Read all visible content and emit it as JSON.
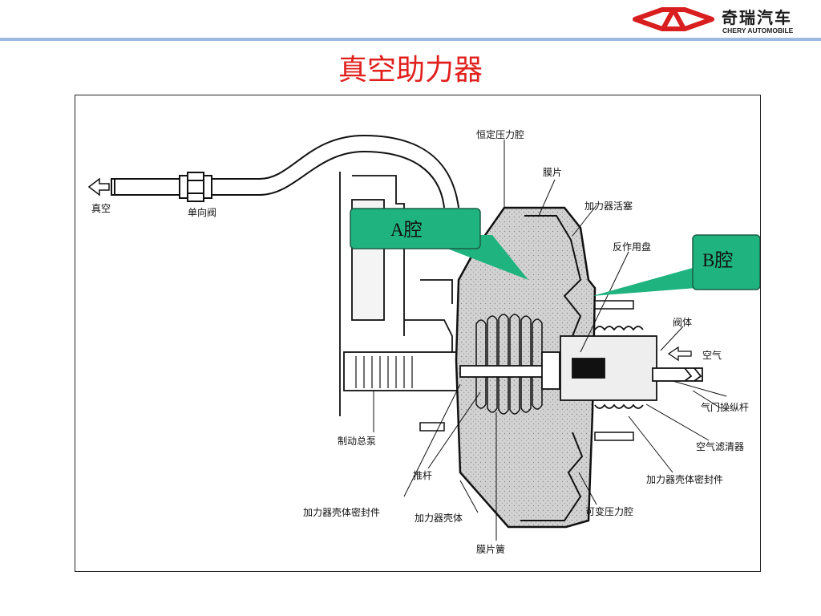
{
  "header": {
    "title": "真空助力器",
    "logo_cn": "奇瑞汽车",
    "logo_en": "CHERY AUTOMOBILE",
    "accent_color": "#e0201c",
    "bar_color": "#9dbbe0"
  },
  "callouts": {
    "a": "A腔",
    "b": "B腔",
    "color": "#1fb37f"
  },
  "labels": {
    "vacuum": "真空",
    "check_valve": "单向阀",
    "constant_chamber": "恒定压力腔",
    "diaphragm": "膜片",
    "booster_piston": "加力器活塞",
    "reaction_disc": "反作用盘",
    "valve_body": "阀体",
    "air": "空气",
    "valve_rod": "气门操纵杆",
    "air_filter": "空气滤清器",
    "shell_seal_right": "加力器壳体密封件",
    "variable_chamber": "可变压力腔",
    "diaphragm_spring": "膜片簧",
    "shell": "加力器壳体",
    "shell_seal_left": "加力器壳体密封件",
    "push_rod": "推杆",
    "master_cylinder": "制动总泵"
  }
}
